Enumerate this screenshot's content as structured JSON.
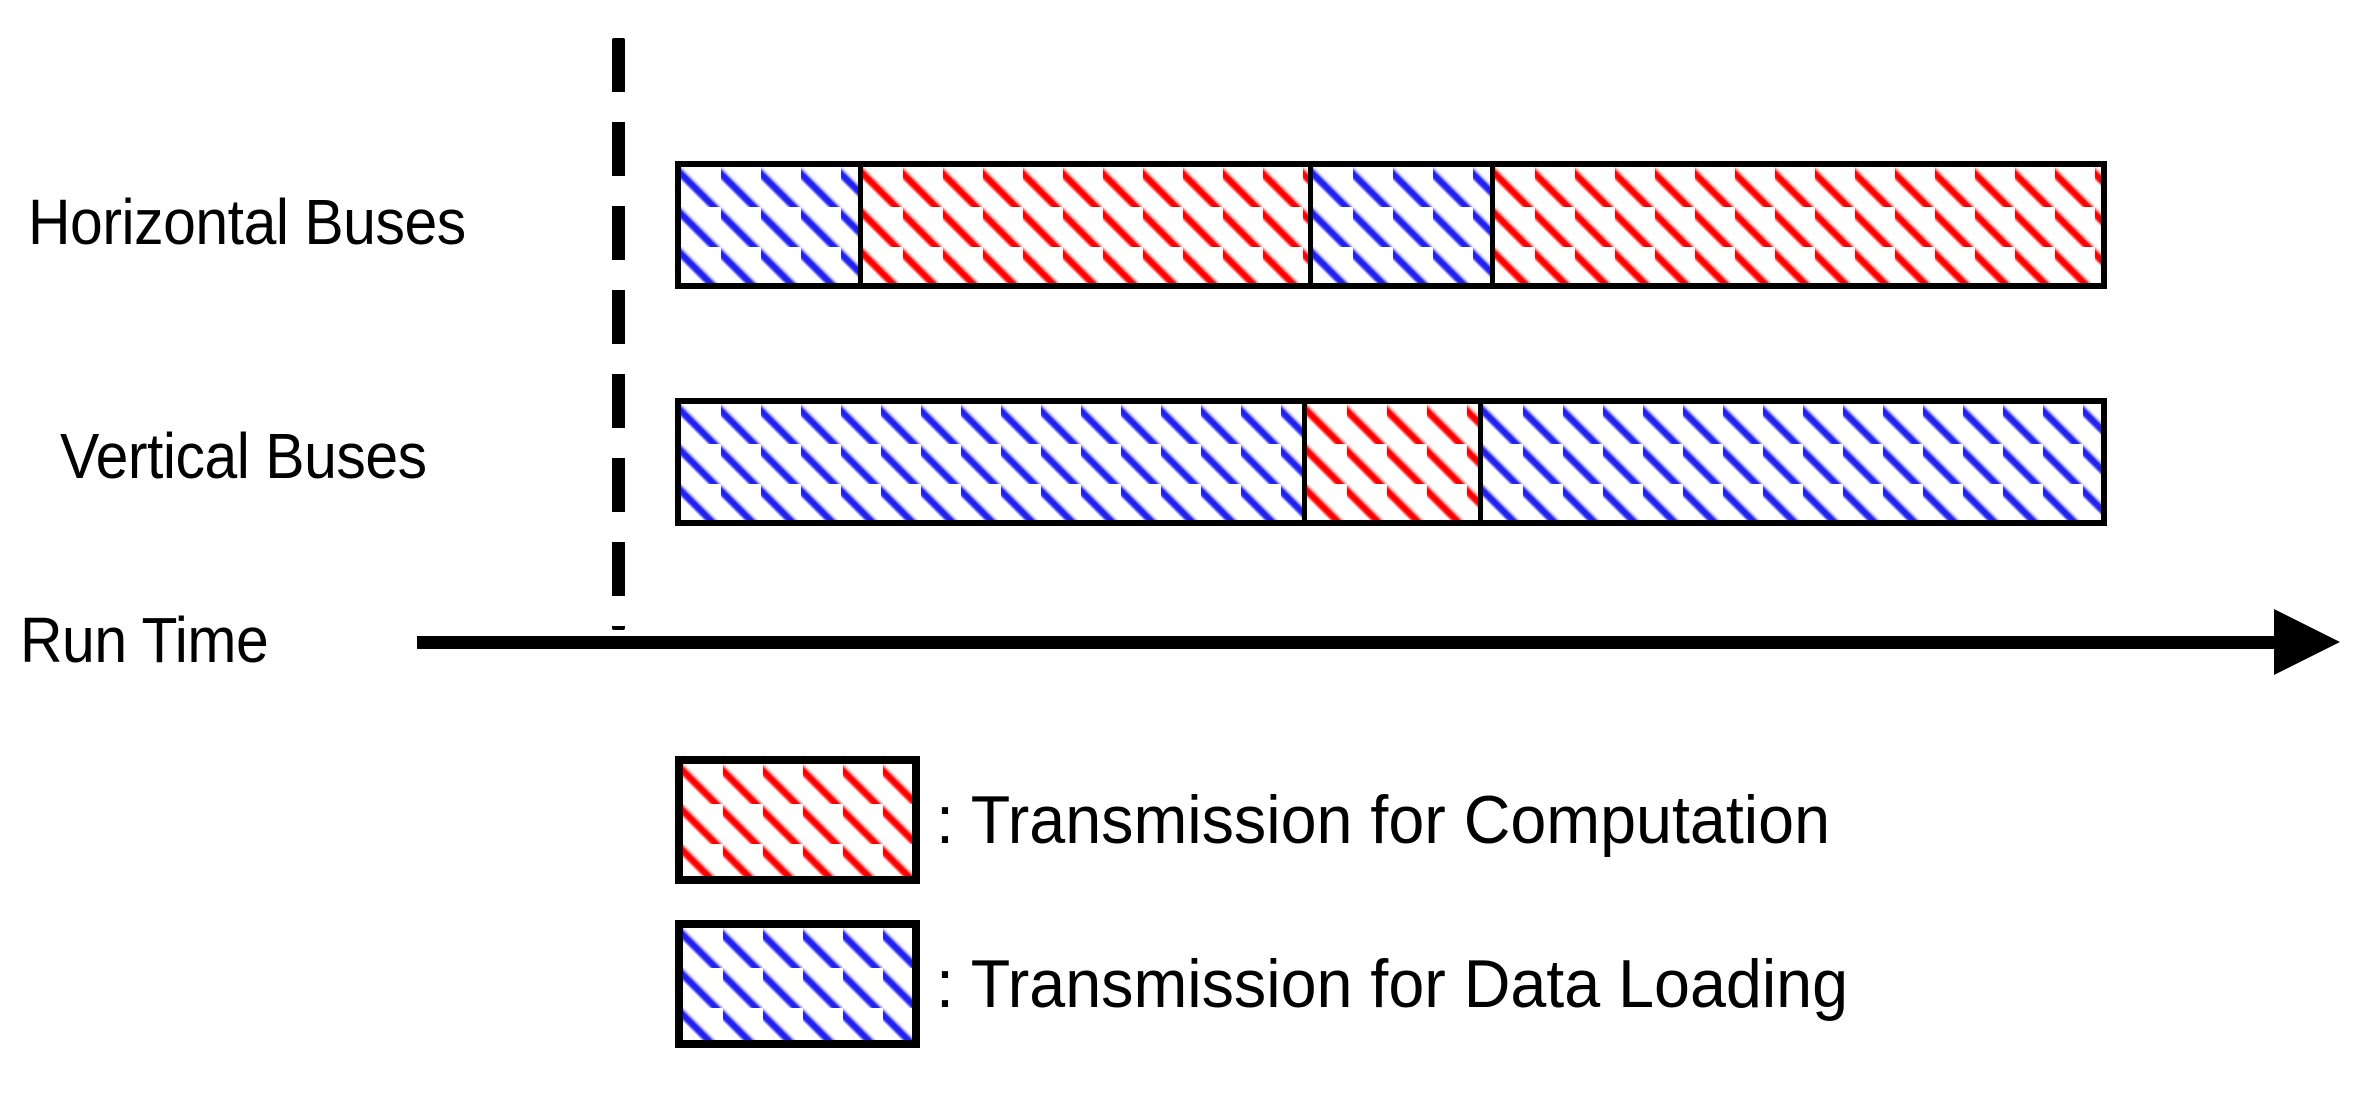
{
  "figure": {
    "kind": "bus-utilization-timeline",
    "background_color": "#FFFFFF"
  },
  "axis": {
    "label": "Run Time",
    "arrow_direction": "right",
    "line_color": "#000000",
    "start_marker_style": "dashed-vertical",
    "start_marker_color": "#000000"
  },
  "rows": [
    {
      "label": "Horizontal Buses",
      "segments": [
        {
          "category": "data-loading",
          "color": "#2222EE",
          "width_pct": 12.8
        },
        {
          "category": "computation",
          "color": "#FF0000",
          "width_pct": 31.7
        },
        {
          "category": "data-loading",
          "color": "#2222EE",
          "width_pct": 12.8
        },
        {
          "category": "computation",
          "color": "#FF0000",
          "width_pct": 42.7
        }
      ]
    },
    {
      "label": "Vertical Buses",
      "segments": [
        {
          "category": "data-loading",
          "color": "#2222EE",
          "width_pct": 44.1
        },
        {
          "category": "computation",
          "color": "#FF0000",
          "width_pct": 12.4
        },
        {
          "category": "data-loading",
          "color": "#2222EE",
          "width_pct": 43.5
        }
      ]
    }
  ],
  "legend": {
    "separator": ":",
    "items": [
      {
        "key": "computation",
        "swatch_color": "#FF0000",
        "label": ": Transmission for Computation"
      },
      {
        "key": "data-loading",
        "swatch_color": "#2222EE",
        "label": ": Transmission for Data Loading"
      }
    ]
  },
  "chart_data": {
    "type": "bar",
    "orientation": "horizontal-stacked-timeline",
    "title": "",
    "xlabel": "Run Time",
    "ylabel": "",
    "grid": false,
    "legend_position": "bottom-left",
    "categories": [
      "Horizontal Buses",
      "Vertical Buses"
    ],
    "series": [
      {
        "name": "Transmission for Data Loading",
        "color": "#2222EE",
        "segments_by_category": {
          "Horizontal Buses": [
            {
              "start_pct": 0.0,
              "end_pct": 12.8
            },
            {
              "start_pct": 44.5,
              "end_pct": 57.3
            }
          ],
          "Vertical Buses": [
            {
              "start_pct": 0.0,
              "end_pct": 44.1
            },
            {
              "start_pct": 56.5,
              "end_pct": 100.0
            }
          ]
        },
        "total_pct_by_category": {
          "Horizontal Buses": 25.6,
          "Vertical Buses": 87.6
        }
      },
      {
        "name": "Transmission for Computation",
        "color": "#FF0000",
        "segments_by_category": {
          "Horizontal Buses": [
            {
              "start_pct": 12.8,
              "end_pct": 44.5
            },
            {
              "start_pct": 57.3,
              "end_pct": 100.0
            }
          ],
          "Vertical Buses": [
            {
              "start_pct": 44.1,
              "end_pct": 56.5
            }
          ]
        },
        "total_pct_by_category": {
          "Horizontal Buses": 74.4,
          "Vertical Buses": 12.4
        }
      }
    ],
    "xlim": [
      0,
      100
    ],
    "annotations": [
      "Run Time"
    ]
  }
}
